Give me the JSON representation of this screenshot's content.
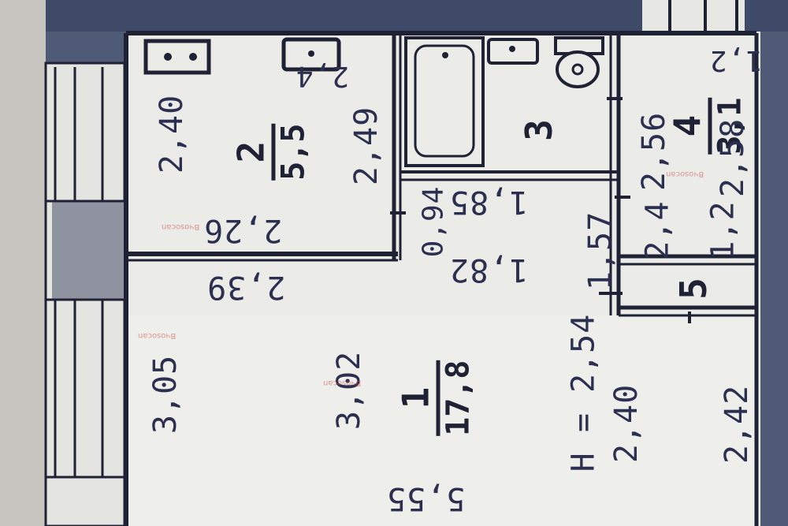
{
  "rooms": [
    {
      "id": "1",
      "number": "1",
      "area": "17,8"
    },
    {
      "id": "2",
      "number": "2",
      "area": "5,5"
    },
    {
      "id": "3",
      "number": "3"
    },
    {
      "id": "4",
      "number": "4",
      "area": "3,1"
    },
    {
      "id": "5",
      "number": "5"
    }
  ],
  "dimensions": {
    "kitchen_h": "2,40",
    "kitchen_w": "2,26",
    "kitchen_right": "2,49",
    "corridor_top": "2,39",
    "main_left": "3,05",
    "main_inner": "3,02",
    "main_bottom": "5,55",
    "ceiling_height": "H = 2,54",
    "main_right_a": "2,40",
    "main_right_b": "2,42",
    "bath_w": "1,85",
    "bath_dim": "0,94",
    "hall_w": "1,82",
    "hall_h": "1,57",
    "store_top": "1,2",
    "kitchen_stove": "2,4",
    "toilet_a": "2,56",
    "toilet_b": "2,58",
    "hall_right": "1,2",
    "hall_small": "2,4"
  },
  "watermark": "Вчоsocan",
  "colors": {
    "paper": "#ebebe7",
    "ink": "#1f2235",
    "background": "#4f5a76",
    "watermark": "#d04848"
  },
  "icons": [
    "stove-icon",
    "sink-icon",
    "bathtub-icon",
    "toilet-icon"
  ]
}
